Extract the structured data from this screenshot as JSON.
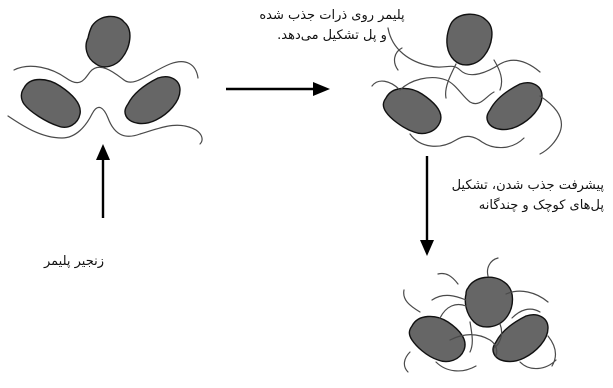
{
  "labels": {
    "top_line1": "پلیمر روی ذرات جذب شده",
    "top_line2": "و پل تشکیل می‌دهد.",
    "right_line1": "پیشرفت جذب شدن، تشکیل",
    "right_line2": "پل‌های کوچک و چندگانه",
    "left": "زنجیر پلیمر"
  },
  "colors": {
    "particle_fill": "#666666",
    "particle_stroke": "#111111",
    "chain": "#4a4a4a",
    "arrow": "#000000"
  }
}
